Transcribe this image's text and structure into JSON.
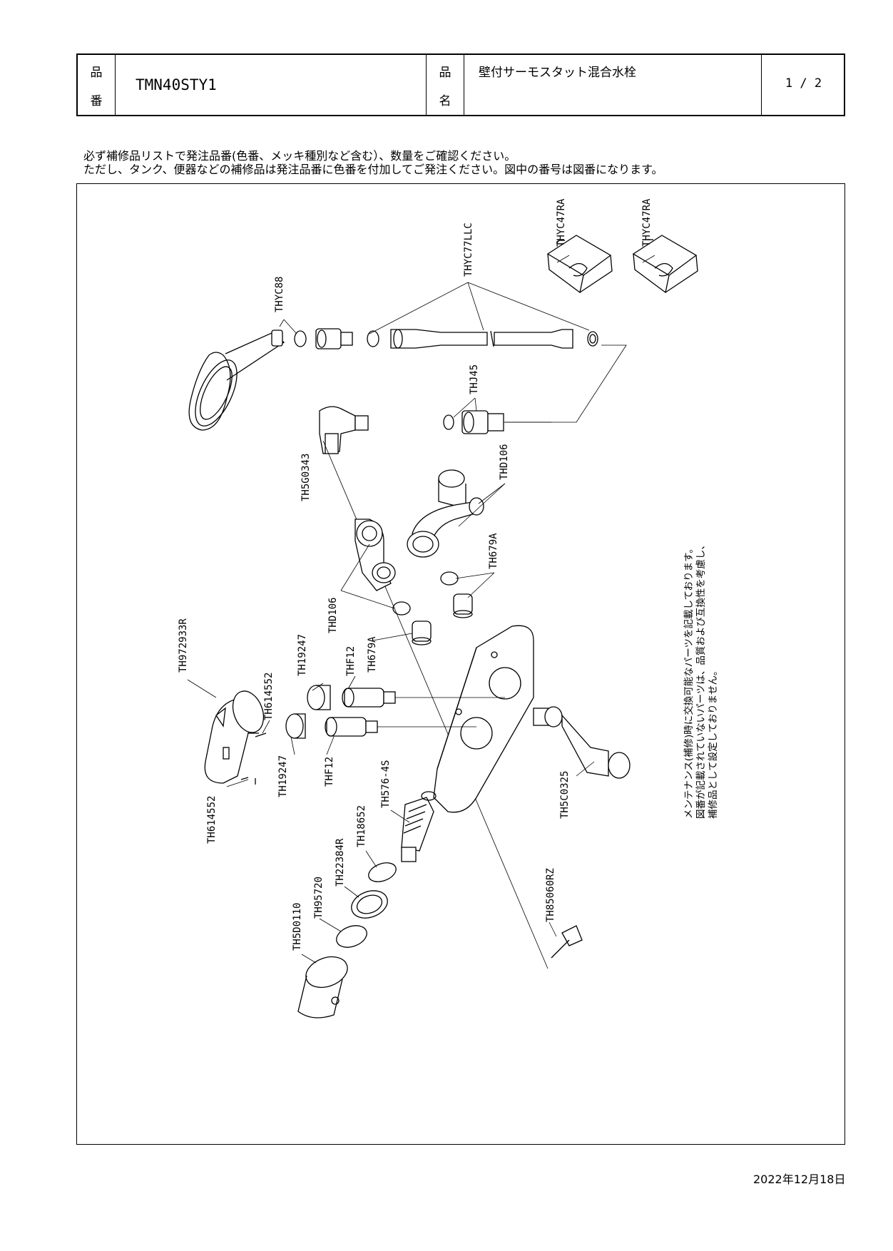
{
  "header": {
    "product_no_label": [
      "品",
      "番"
    ],
    "product_no": "TMN40STY1",
    "product_name_label": [
      "品",
      "名"
    ],
    "product_name": "壁付サーモスタット混合水栓",
    "page": "1 / 2"
  },
  "notes": {
    "line1": "必ず補修品リストで発注品番(色番、メッキ種別など含む）、数量をご確認ください。",
    "line2": "ただし、タンク、便器などの補修品は発注品番に色番を付加してご発注ください。図中の番号は図番になります。"
  },
  "parts": {
    "thyc47ra_a": "THYC47RA",
    "thyc47ra_b": "THYC47RA",
    "thyc77llc": "THYC77LLC",
    "thyc88": "THYC88",
    "thj45": "THJ45",
    "th5g0343": "TH5G0343",
    "thd106_a": "THD106",
    "th679a_a": "TH679A",
    "thd106_b": "THD106",
    "th679a_b": "TH679A",
    "th972933r": "TH972933R",
    "th614552_a": "TH614552",
    "th19247_a": "TH19247",
    "thf12_a": "THF12",
    "th19247_b": "TH19247",
    "thf12_b": "THF12",
    "th614552_b": "TH614552",
    "th576_4s": "TH576-4S",
    "th5c0325": "TH5C0325",
    "th18652": "TH18652",
    "th22384r": "TH22384R",
    "th95720": "TH95720",
    "th5d0110": "TH5D0110",
    "th85060rz": "TH85060RZ"
  },
  "maintenance_note": {
    "line1": "メンテナンス(補修)時に交換可能なパーツを記載しております。",
    "line2": "図番が記載されていないパーツは、品質および互換性を考慮し、",
    "line3": "補修品として設定しておりません。"
  },
  "date": "2022年12月18日"
}
